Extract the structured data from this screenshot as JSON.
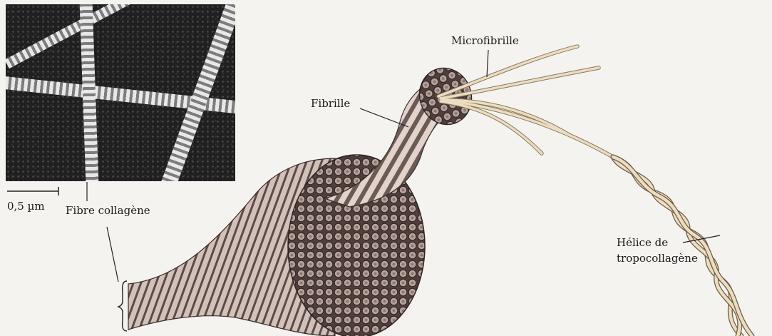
{
  "labels": {
    "microfibril": "Microfibrille",
    "fibril": "Fibrille",
    "collagen_fiber": "Fibre collagène",
    "scale": "0,5 µm",
    "helix_line1": "Hélice de",
    "helix_line2": "tropocollagène"
  },
  "colors": {
    "background": "#f4f3ef",
    "fiber_fill": "#cdbbb3",
    "fiber_dark": "#5b4a47",
    "helix": "#ecdcc0",
    "micrograph": "#202020"
  }
}
